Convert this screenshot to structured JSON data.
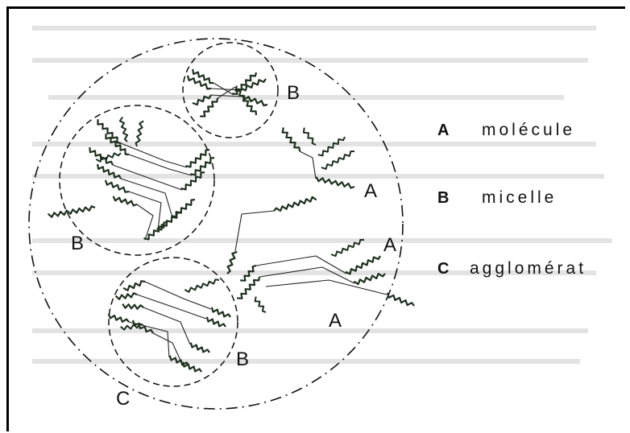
{
  "legend": [
    {
      "key": "A",
      "term": "molécule"
    },
    {
      "key": "B",
      "term": "micelle"
    },
    {
      "key": "C",
      "term": "agglomérat"
    }
  ],
  "diagram_labels": {
    "a_molecule_1": "A",
    "a_molecule_2": "A",
    "a_molecule_3": "A",
    "b_micelle_top": "B",
    "b_micelle_left": "B",
    "b_micelle_bottom": "B",
    "c_agglomerate": "C"
  },
  "colors": {
    "ink": "#111111",
    "chain": "#1d2f1d",
    "background": "#ffffff"
  }
}
